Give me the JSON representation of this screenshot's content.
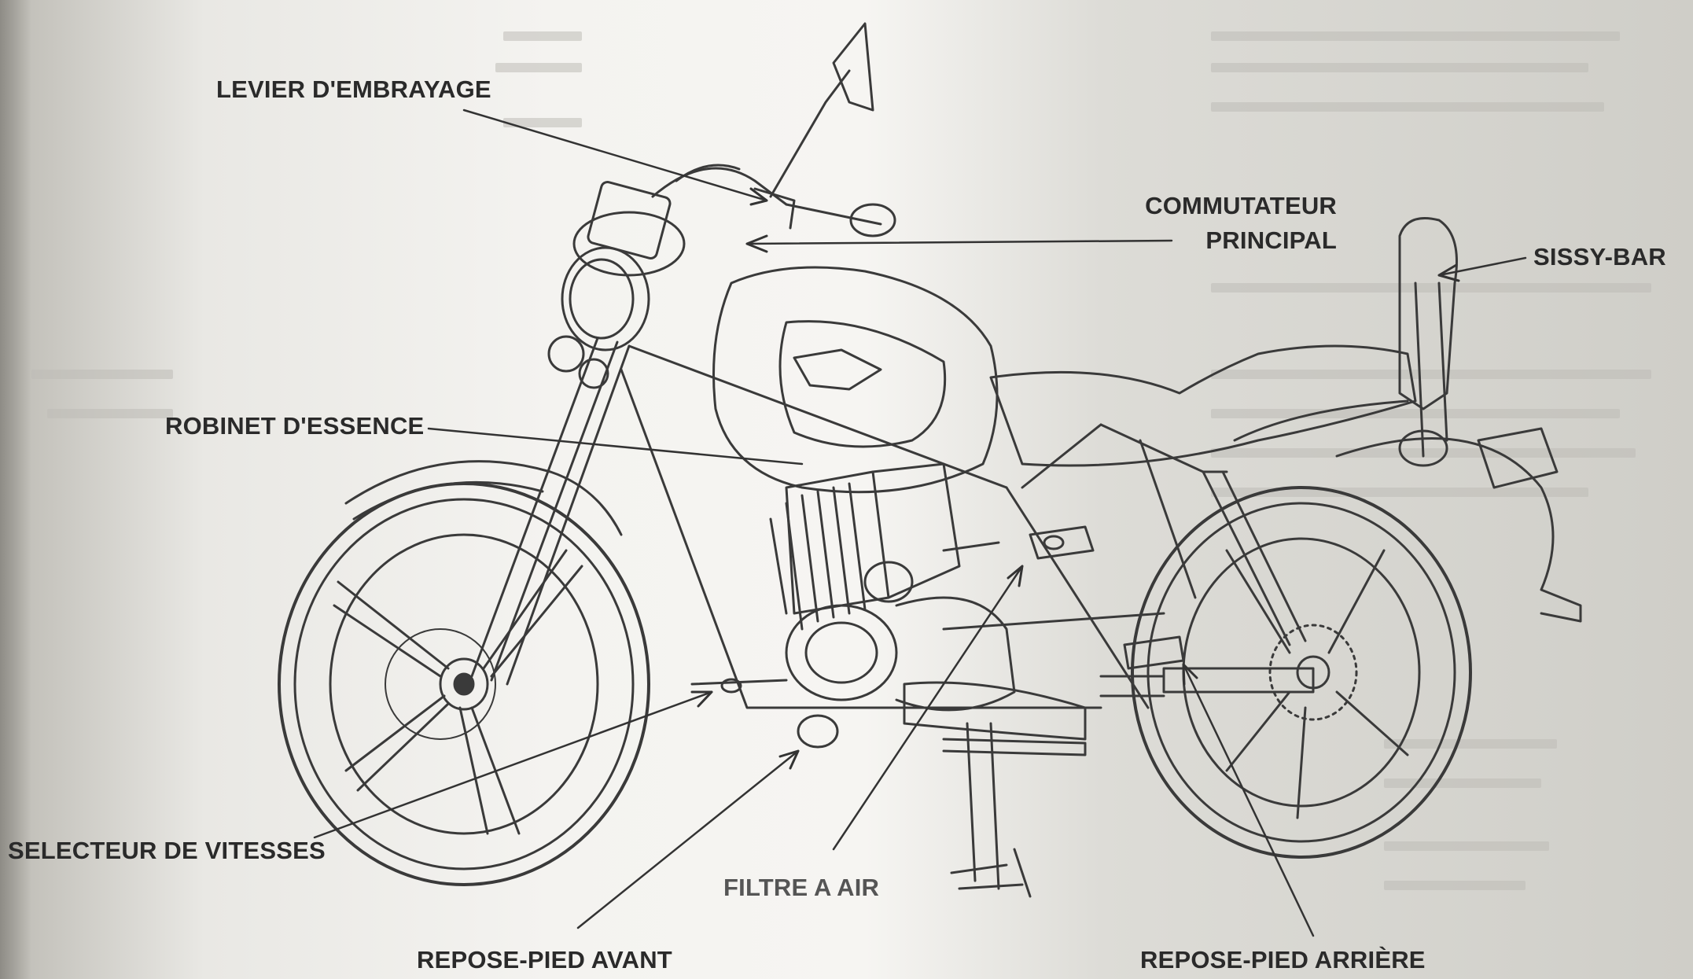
{
  "callouts": {
    "clutch_lever": "LEVIER D'EMBRAYAGE",
    "main_switch_line1": "COMMUTATEUR",
    "main_switch_line2": "PRINCIPAL",
    "sissy_bar": "SISSY-BAR",
    "fuel_valve": "ROBINET D'ESSENCE",
    "gear_selector": "SELECTEUR DE VITESSES",
    "air_filter": "FILTRE A AIR",
    "front_footrest": "REPOSE-PIED AVANT",
    "rear_footrest": "REPOSE-PIED ARRIÈRE"
  },
  "colors": {
    "ink": "#2a2a2a",
    "line": "#3a3a3a",
    "paper": "#f4f3f0"
  }
}
